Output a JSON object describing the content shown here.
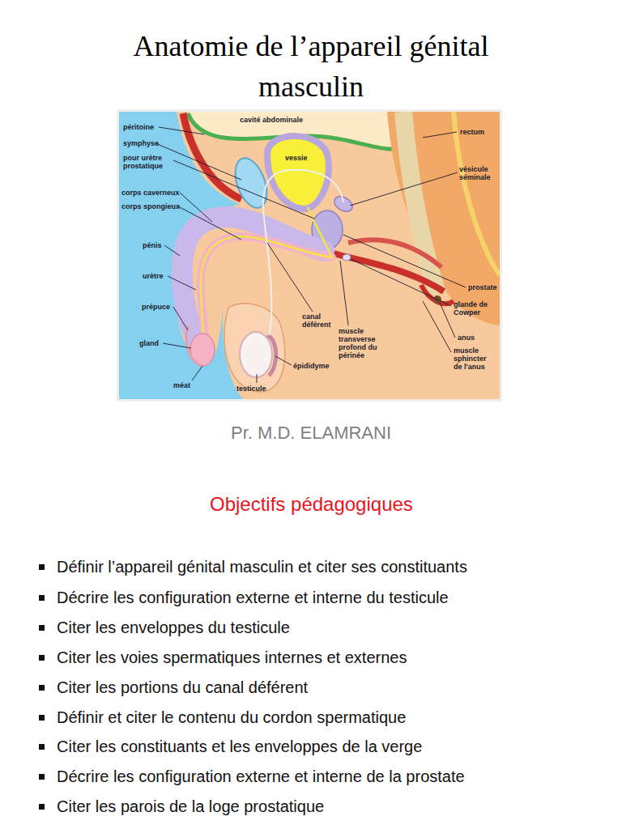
{
  "diagram": {
    "title": "Anatomie de l’appareil génital masculin",
    "labels": [
      "péritoine",
      "cavité abdominale",
      "rectum",
      "symphyse",
      "pour urètre prostatique",
      "vessie",
      "vésicule séminale",
      "corps caverneux",
      "corps spongieux",
      "pénis",
      "urètre",
      "prépuce",
      "gland",
      "méat",
      "canal déférent",
      "muscle transverse profond du périnée",
      "épididyme",
      "testicule",
      "prostate",
      "glande de Cowper",
      "anus",
      "muscle sphincter de l'anus",
      "Pr. M.D. ELAMRANI",
      "Objectifs pédagogiques",
      "Définir l’appareil génital masculin et citer ses constituants",
      "Décrire les configuration externe et interne du testicule",
      "Citer les enveloppes du testicule",
      "Citer les voies spermatiques internes et externes",
      "Citer les portions du canal déférent",
      "Définir et citer le contenu du cordon spermatique",
      "Citer les constituants et les enveloppes de la verge",
      "Décrire les configuration externe et interne de la prostate",
      "Citer les parois de la loge prostatique"
    ]
  }
}
